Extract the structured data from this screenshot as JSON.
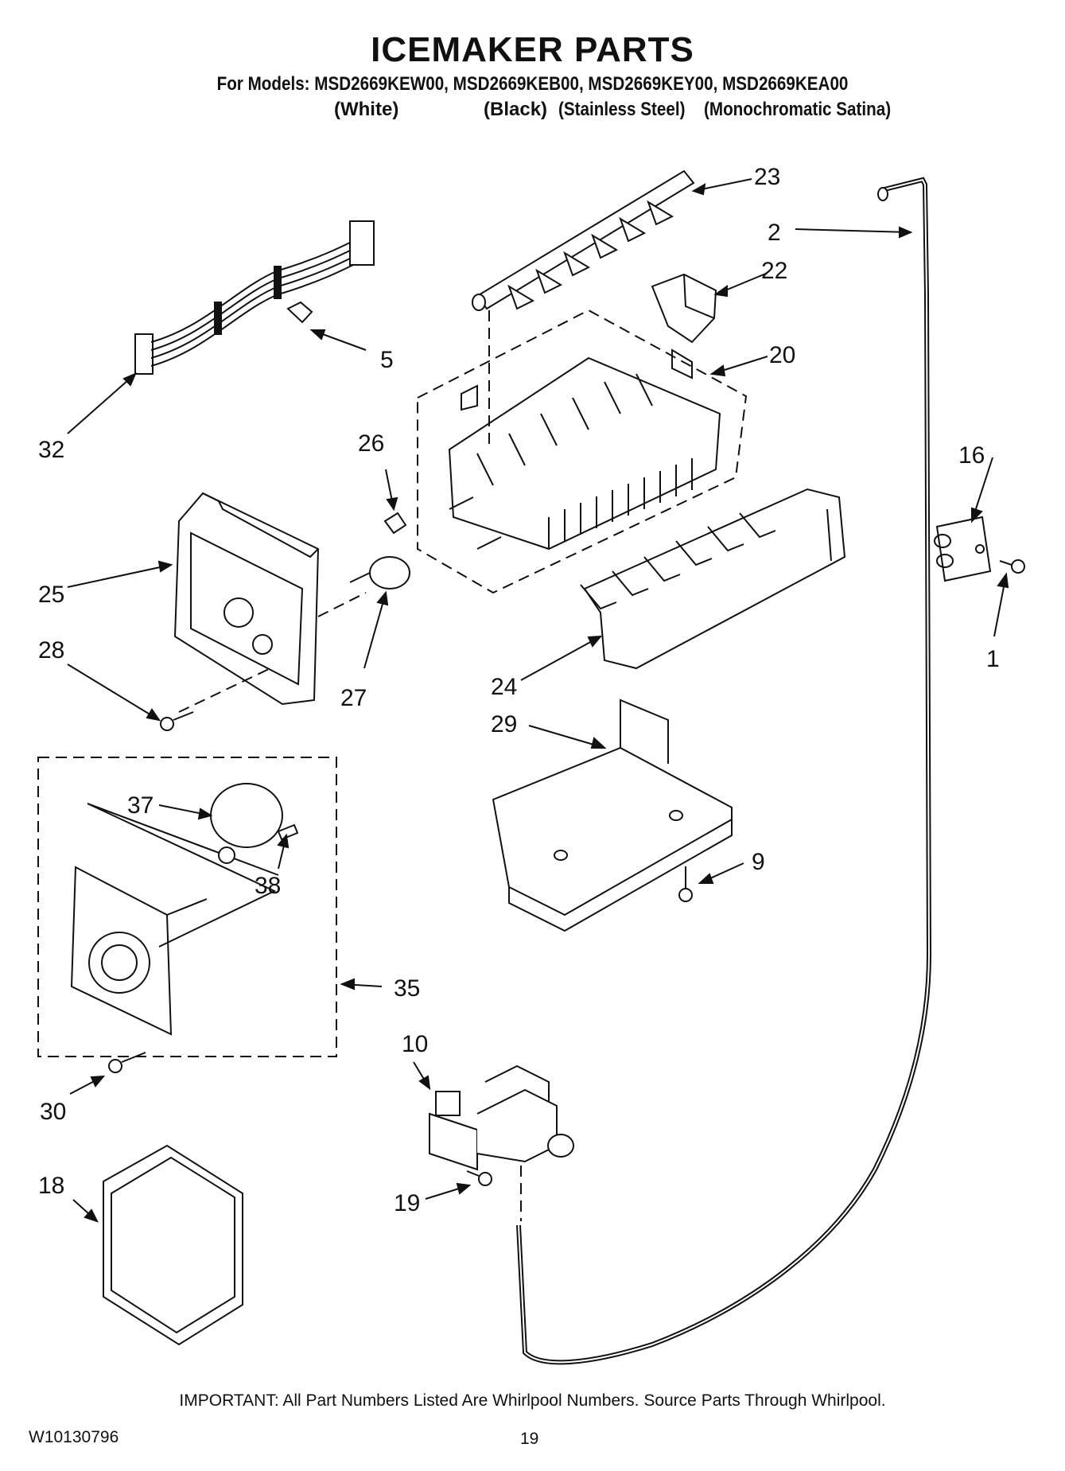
{
  "header": {
    "title": "ICEMAKER PARTS",
    "models_line": "For Models: MSD2669KEW00, MSD2669KEB00, MSD2669KEY00, MSD2669KEA00",
    "variants": [
      "(White)",
      "(Black)",
      "(Stainless Steel)",
      "(Monochromatic Satina)"
    ]
  },
  "callouts": {
    "c1": "1",
    "c2": "2",
    "c5": "5",
    "c9": "9",
    "c10": "10",
    "c16": "16",
    "c18": "18",
    "c19": "19",
    "c20": "20",
    "c22": "22",
    "c23": "23",
    "c24": "24",
    "c25": "25",
    "c26": "26",
    "c27": "27",
    "c28": "28",
    "c29": "29",
    "c30": "30",
    "c32": "32",
    "c35": "35",
    "c37": "37",
    "c38": "38"
  },
  "footer": {
    "important": "IMPORTANT: All Part Numbers Listed Are Whirlpool Numbers. Source Parts Through Whirlpool.",
    "doc_number": "W10130796",
    "page_number": "19"
  }
}
